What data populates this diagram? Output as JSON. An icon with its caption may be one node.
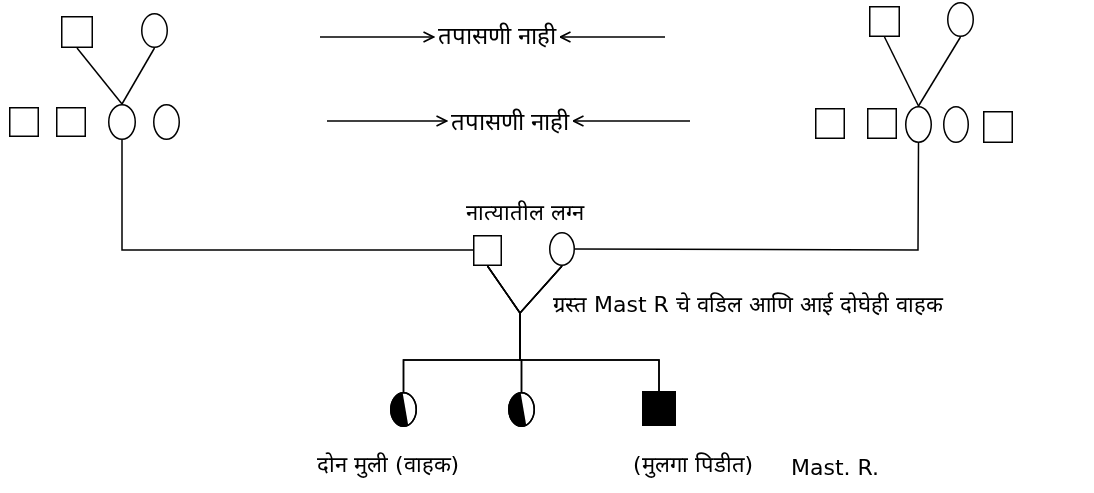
{
  "diagram": {
    "nodes": [
      {
        "text": [],
        "shape": "box"
      },
      {
        "text": [],
        "shape": "circle"
      },
      {
        "text": [
          "तपासणी नाही"
        ]
      },
      {
        "text": [],
        "shape": "box"
      },
      {
        "text": [],
        "shape": "circle"
      },
      {
        "text": [],
        "shape": "box"
      },
      {
        "text": [],
        "shape": "box"
      },
      {
        "text": [],
        "shape": "circle"
      },
      {
        "text": [],
        "shape": "circle"
      },
      {
        "text": [
          "तपासणी नाही"
        ]
      },
      {
        "text": [],
        "shape": "box"
      },
      {
        "text": [],
        "shape": "box"
      },
      {
        "text": [],
        "shape": "circle"
      },
      {
        "text": [],
        "shape": "circle"
      },
      {
        "text": [],
        "shape": "box"
      },
      {
        "text": [],
        "shape": "box"
      },
      {
        "text": [],
        "shape": "circle"
      },
      {
        "text": [],
        "shape": "circle"
      },
      {
        "text": [],
        "shape": "circle"
      },
      {
        "text": [],
        "shape": "box"
      }
    ],
    "edges": [
      {
        "from": 0,
        "to": 7,
        "arrow": "none"
      },
      {
        "from": 1,
        "to": 7,
        "arrow": "none"
      },
      {
        "from": 3,
        "to": 12,
        "arrow": "none"
      },
      {
        "from": 4,
        "to": 12,
        "arrow": "none"
      },
      {
        "from": 7,
        "to": 15,
        "arrow": "none"
      },
      {
        "from": 16,
        "to": 12,
        "arrow": "none"
      },
      {
        "from": 15,
        "to": 17,
        "arrow": "none"
      },
      {
        "from": 15,
        "to": 18,
        "arrow": "none"
      },
      {
        "from": 15,
        "to": 19,
        "arrow": "none"
      },
      {
        "from": 16,
        "to": 17,
        "arrow": "none"
      },
      {
        "from": 16,
        "to": 18,
        "arrow": "none"
      },
      {
        "from": 16,
        "to": 19,
        "arrow": "none"
      },
      {
        "from": null,
        "to": 2,
        "arrow": "to"
      },
      {
        "from": null,
        "to": 2,
        "arrow": "to"
      },
      {
        "from": null,
        "to": 9,
        "arrow": "to"
      },
      {
        "from": null,
        "to": 9,
        "arrow": "to"
      }
    ],
    "labels": [
      "नात्यातील लग्न",
      "ग्रस्त Mast R चे वडिल आणि आई दोघेही वाहक",
      "दोन मुली (वाहक)",
      "(मुलगा पिडीत)",
      "Mast. R."
    ]
  }
}
